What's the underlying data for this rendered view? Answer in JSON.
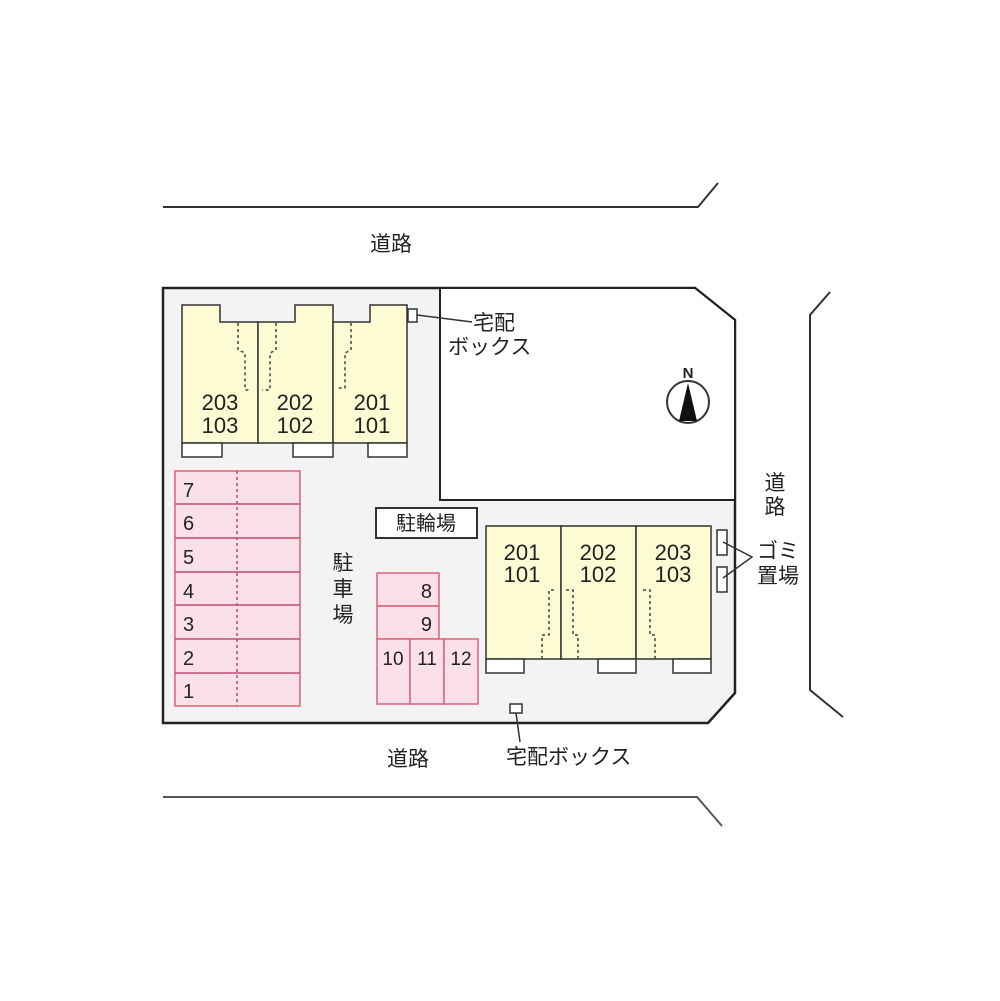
{
  "roads": {
    "north": "道路",
    "south": "道路",
    "east_line1": "道",
    "east_line2": "路"
  },
  "labels": {
    "parking": [
      "駐",
      "車",
      "場"
    ],
    "bicycle_parking": "駐輪場",
    "delivery_box_top_line1": "宅配",
    "delivery_box_top_line2": "ボックス",
    "delivery_box_bottom": "宅配ボックス",
    "garbage_line1": "ゴミ",
    "garbage_line2": "置場",
    "compass": "N"
  },
  "building_north": {
    "units": [
      {
        "upper": "203",
        "lower": "103"
      },
      {
        "upper": "202",
        "lower": "102"
      },
      {
        "upper": "201",
        "lower": "101"
      }
    ]
  },
  "building_south": {
    "units": [
      {
        "upper": "201",
        "lower": "101"
      },
      {
        "upper": "202",
        "lower": "102"
      },
      {
        "upper": "203",
        "lower": "103"
      }
    ]
  },
  "parking_spaces": {
    "left_column": [
      "7",
      "6",
      "5",
      "4",
      "3",
      "2",
      "1"
    ],
    "center_stack": [
      "8",
      "9"
    ],
    "center_row": [
      "10",
      "11",
      "12"
    ]
  },
  "colors": {
    "site": "#f3f3f3",
    "building": "#fdfbd3",
    "parking_fill": "#fbe0ea",
    "parking_stroke": "#e0607a",
    "line": "#2a2a2a"
  }
}
